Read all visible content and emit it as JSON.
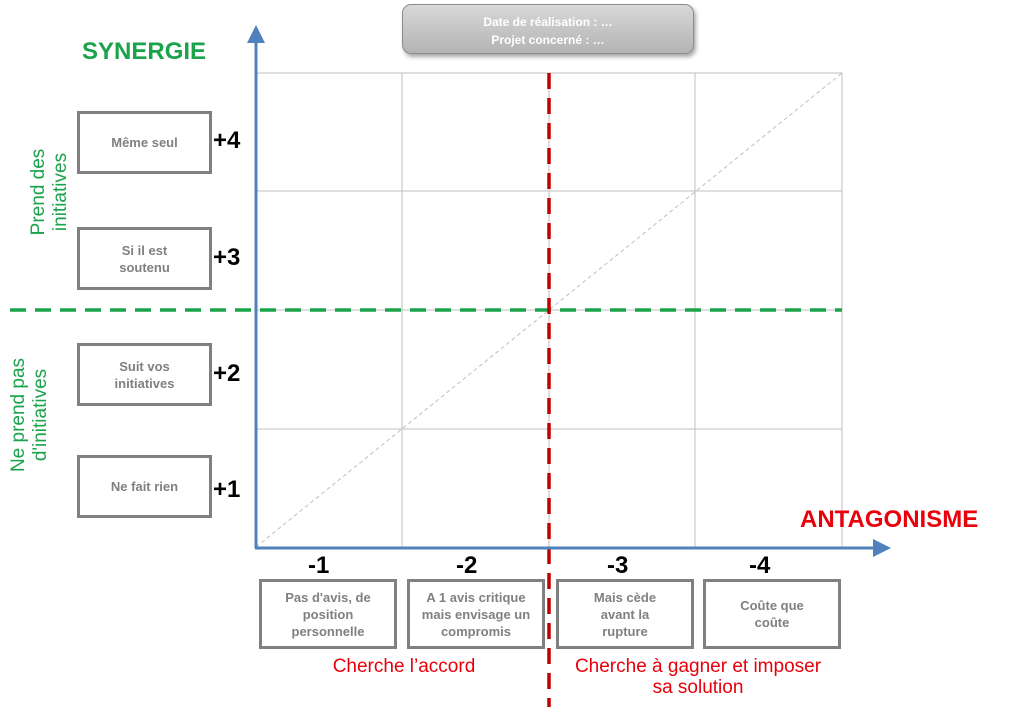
{
  "header": {
    "line1": "Date de réalisation : …",
    "line2": "Projet concerné : …"
  },
  "y_axis": {
    "title": "SYNERGIE",
    "group_top": "Prend des\ninitiatives",
    "group_bottom": "Ne prend pas\nd'initiatives",
    "levels": [
      {
        "score": "+4",
        "label": "Même seul"
      },
      {
        "score": "+3",
        "label": "Si il est\nsoutenu"
      },
      {
        "score": "+2",
        "label": "Suit vos\ninitiatives"
      },
      {
        "score": "+1",
        "label": "Ne fait rien"
      }
    ]
  },
  "x_axis": {
    "title": "ANTAGONISME",
    "levels": [
      {
        "score": "-1",
        "label": "Pas d'avis, de\nposition\npersonnelle"
      },
      {
        "score": "-2",
        "label": "A 1 avis critique\nmais envisage un\ncompromis"
      },
      {
        "score": "-3",
        "label": "Mais cède\navant la\nrupture"
      },
      {
        "score": "-4",
        "label": "Coûte que\ncoûte"
      }
    ],
    "group_left": "Cherche l’accord",
    "group_right": "Cherche à gagner et imposer\nsa solution"
  },
  "colors": {
    "axis": "#4f81bd",
    "green": "#1aa34a",
    "red": "#c00000",
    "grid": "#bfbfbf",
    "box_border": "#808080"
  }
}
